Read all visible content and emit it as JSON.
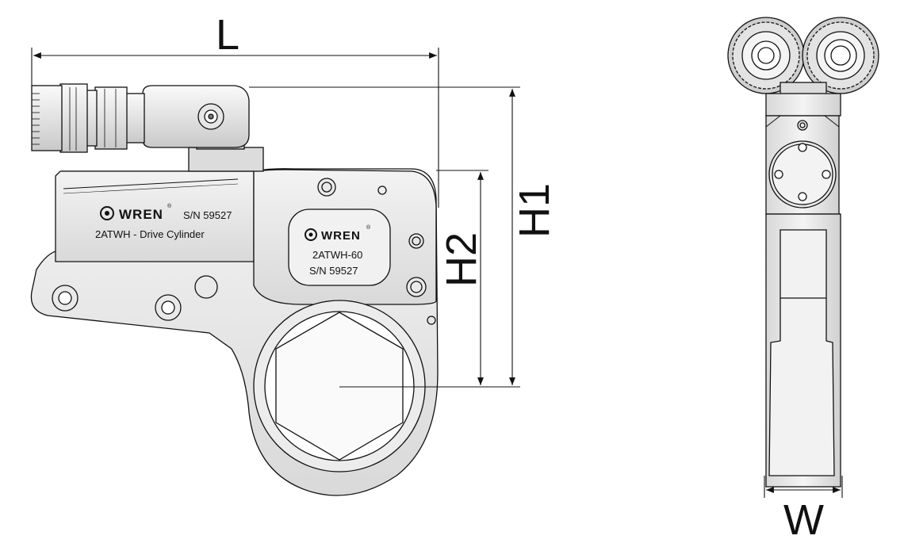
{
  "dimensions": {
    "length": "L",
    "height_total": "H1",
    "height_center": "H2",
    "width": "W"
  },
  "cylinder_label": {
    "brand": "WREN",
    "registered": "®",
    "serial": "S/N  59527",
    "model": "2ATWH - Drive Cylinder"
  },
  "link_plate": {
    "brand": "WREN",
    "registered": "®",
    "model": "2ATWH-60",
    "serial": "S/N  59527"
  },
  "colors": {
    "metal": "#e8e8e8",
    "metal_dark": "#bdbdbd",
    "outline": "#111111",
    "background": "#ffffff"
  }
}
